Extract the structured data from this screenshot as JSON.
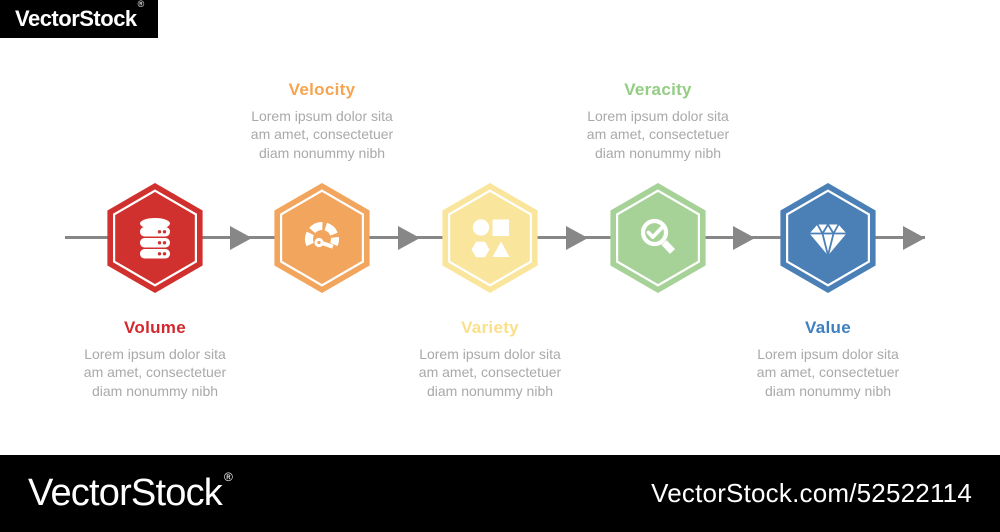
{
  "watermark": {
    "brand": "VectorStock",
    "registered_mark": "®",
    "footer_ref": "VectorStock.com/52522114",
    "bar_color": "#000000"
  },
  "diagram": {
    "connector_color": "#878787",
    "body_text_color": "#a9a9a9",
    "icon_color": "#ffffff",
    "body_lines": [
      "Lorem ipsum dolor sita",
      "am amet, consectetuer",
      "diam nonummy  nibh"
    ],
    "steps": [
      {
        "title": "Volume",
        "icon": "database-icon",
        "hex_color": "#d1312e",
        "title_color": "#d2282e",
        "label_position": "bottom"
      },
      {
        "title": "Velocity",
        "icon": "speedometer-icon",
        "hex_color": "#f2a55d",
        "title_color": "#f6a44f",
        "label_position": "top"
      },
      {
        "title": "Variety",
        "icon": "shapes-icon",
        "hex_color": "#f9e59c",
        "title_color": "#fae08a",
        "label_position": "bottom"
      },
      {
        "title": "Veracity",
        "icon": "magnifier-check-icon",
        "hex_color": "#a6d298",
        "title_color": "#93cd83",
        "label_position": "top"
      },
      {
        "title": "Value",
        "icon": "diamond-icon",
        "hex_color": "#4a80b6",
        "title_color": "#3e7fc1",
        "label_position": "bottom"
      }
    ]
  }
}
